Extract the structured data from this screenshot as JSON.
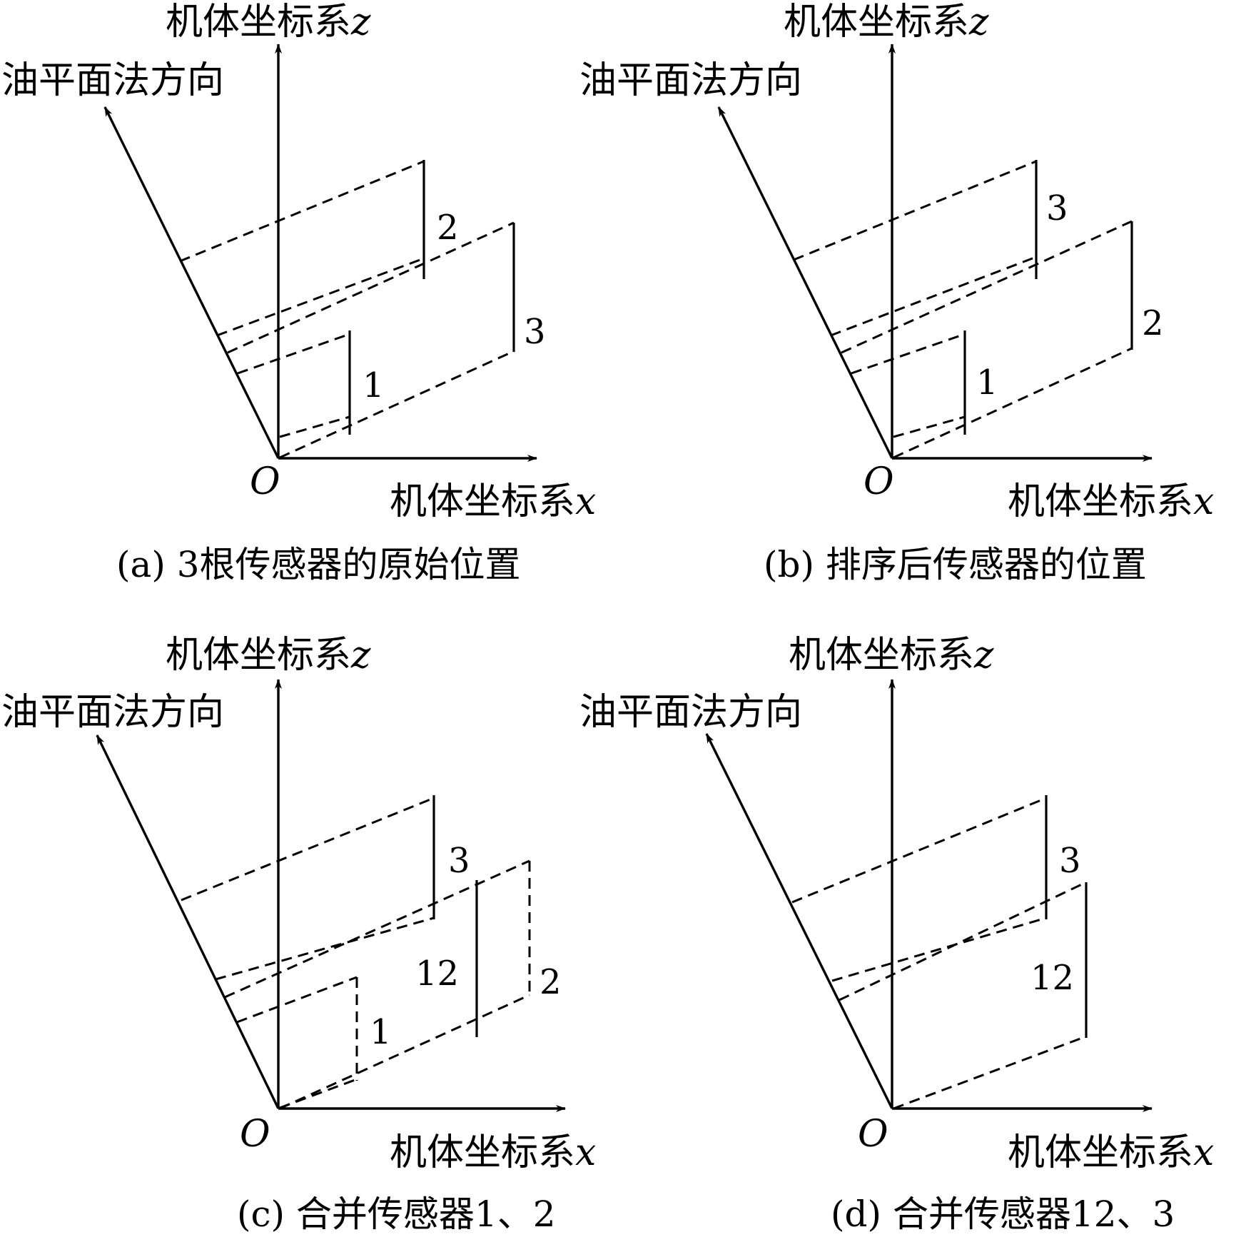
{
  "panels": [
    {
      "id": "a",
      "z_axis_label": "机体坐标系",
      "z_var": "z",
      "normal_label": "油平面法方向",
      "x_axis_label": "机体坐标系",
      "x_var": "x",
      "origin_label": "O",
      "caption": "(a) 3根传感器的原始位置",
      "sensors": [
        {
          "label": "1",
          "style": "solid"
        },
        {
          "label": "2",
          "style": "solid"
        },
        {
          "label": "3",
          "style": "solid"
        }
      ]
    },
    {
      "id": "b",
      "z_axis_label": "机体坐标系",
      "z_var": "z",
      "normal_label": "油平面法方向",
      "x_axis_label": "机体坐标系",
      "x_var": "x",
      "origin_label": "O",
      "caption": "(b) 排序后传感器的位置",
      "sensors": [
        {
          "label": "1",
          "style": "solid"
        },
        {
          "label": "3",
          "style": "solid"
        },
        {
          "label": "2",
          "style": "solid"
        }
      ]
    },
    {
      "id": "c",
      "z_axis_label": "机体坐标系",
      "z_var": "z",
      "normal_label": "油平面法方向",
      "x_axis_label": "机体坐标系",
      "x_var": "x",
      "origin_label": "O",
      "caption": "(c) 合并传感器1、2",
      "sensors": [
        {
          "label": "1",
          "style": "dashed"
        },
        {
          "label": "3",
          "style": "solid"
        },
        {
          "label": "2",
          "style": "dashed"
        },
        {
          "label": "12",
          "style": "solid"
        }
      ]
    },
    {
      "id": "d",
      "z_axis_label": "机体坐标系",
      "z_var": "z",
      "normal_label": "油平面法方向",
      "x_axis_label": "机体坐标系",
      "x_var": "x",
      "origin_label": "O",
      "caption": "(d) 合并传感器12、3",
      "sensors": [
        {
          "label": "3",
          "style": "solid"
        },
        {
          "label": "12",
          "style": "solid"
        }
      ]
    }
  ]
}
